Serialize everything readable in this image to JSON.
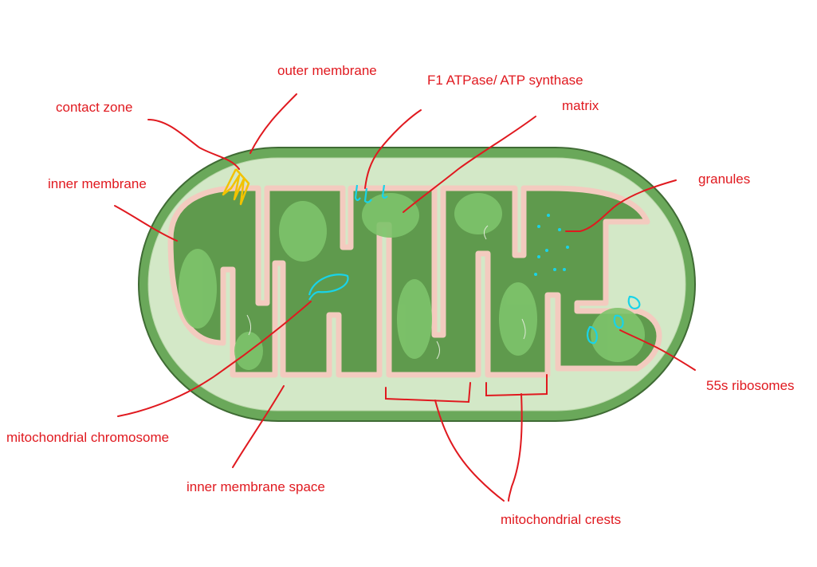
{
  "labels": {
    "outer_membrane": "outer membrane",
    "f1_atpase": "F1 ATPase/ ATP synthase",
    "matrix": "matrix",
    "contact_zone": "contact zone",
    "inner_membrane": "inner membrane",
    "granules": "granules",
    "ribosomes": "55s ribosomes",
    "mito_chromosome": "mitochondrial chromosome",
    "inner_membrane_space": "inner membrane space",
    "mito_crests": "mitochondrial crests"
  },
  "colors": {
    "outer_membrane": "#6aa85a",
    "outer_membrane_stroke": "#3f6b34",
    "intermembrane_space": "#d3e8c7",
    "inner_membrane": "#f3cbbf",
    "inner_membrane_fill": "#fde9e1",
    "matrix": "#5f9a4d",
    "matrix_light": "#7ec46b",
    "annotation": "#e0191f",
    "highlight_cyan": "#19d3e8",
    "highlight_yellow": "#f2c200"
  }
}
